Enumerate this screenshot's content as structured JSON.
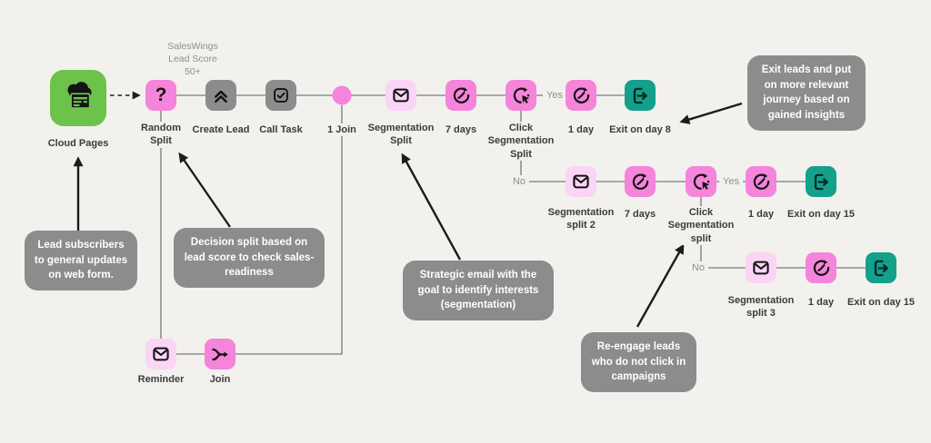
{
  "diagram": {
    "note_above_random_split": "SalesWings\nLead Score\n50+",
    "nodes": {
      "cloud_pages": {
        "label": "Cloud Pages"
      },
      "random_split": {
        "label": "Random\nSplit"
      },
      "create_lead": {
        "label": "Create Lead"
      },
      "call_task": {
        "label": "Call Task"
      },
      "join_point": {
        "label": "1 Join"
      },
      "segmentation_split": {
        "label": "Segmentation\nSplit"
      },
      "wait_7_days": {
        "label": "7 days"
      },
      "click_segmentation_split": {
        "label": "Click\nSegmentation\nSplit"
      },
      "wait_1_day": {
        "label": "1 day"
      },
      "exit_day_8": {
        "label": "Exit on day 8"
      },
      "segmentation_split_2": {
        "label": "Segmentation\nsplit 2"
      },
      "wait_7_days_2": {
        "label": "7 days"
      },
      "click_segmentation_split_2": {
        "label": "Click\nSegmentation\nsplit"
      },
      "wait_1_day_2": {
        "label": "1 day"
      },
      "exit_day_15": {
        "label": "Exit on day 15"
      },
      "segmentation_split_3": {
        "label": "Segmentation\nsplit 3"
      },
      "wait_1_day_3": {
        "label": "1 day"
      },
      "exit_day_15_b": {
        "label": "Exit on day 15"
      },
      "reminder": {
        "label": "Reminder"
      },
      "join": {
        "label": "Join"
      }
    },
    "branch_labels": {
      "yes_1": "Yes",
      "no_1": "No",
      "yes_2": "Yes",
      "no_2": "No"
    },
    "callouts": {
      "exit_insights": "Exit leads and put on more relevant journey based on gained insights",
      "lead_subscribers": "Lead subscribers to general updates on web form.",
      "decision_split": "Decision split based on lead score to check sales-readiness",
      "strategic_email": "Strategic email with the goal to identify interests (segmentation)",
      "re_engage": "Re-engage leads who do not click in campaigns"
    },
    "colors": {
      "node_pink": "#F584DB",
      "node_pink_light": "#FAD5F5",
      "node_green": "#6CC24A",
      "node_teal": "#14A08B",
      "node_gray": "#8C8C8C",
      "callout_bg": "#8C8C8C",
      "connector_gray": "#8F8F8F",
      "background": "#F2F1EE"
    }
  }
}
